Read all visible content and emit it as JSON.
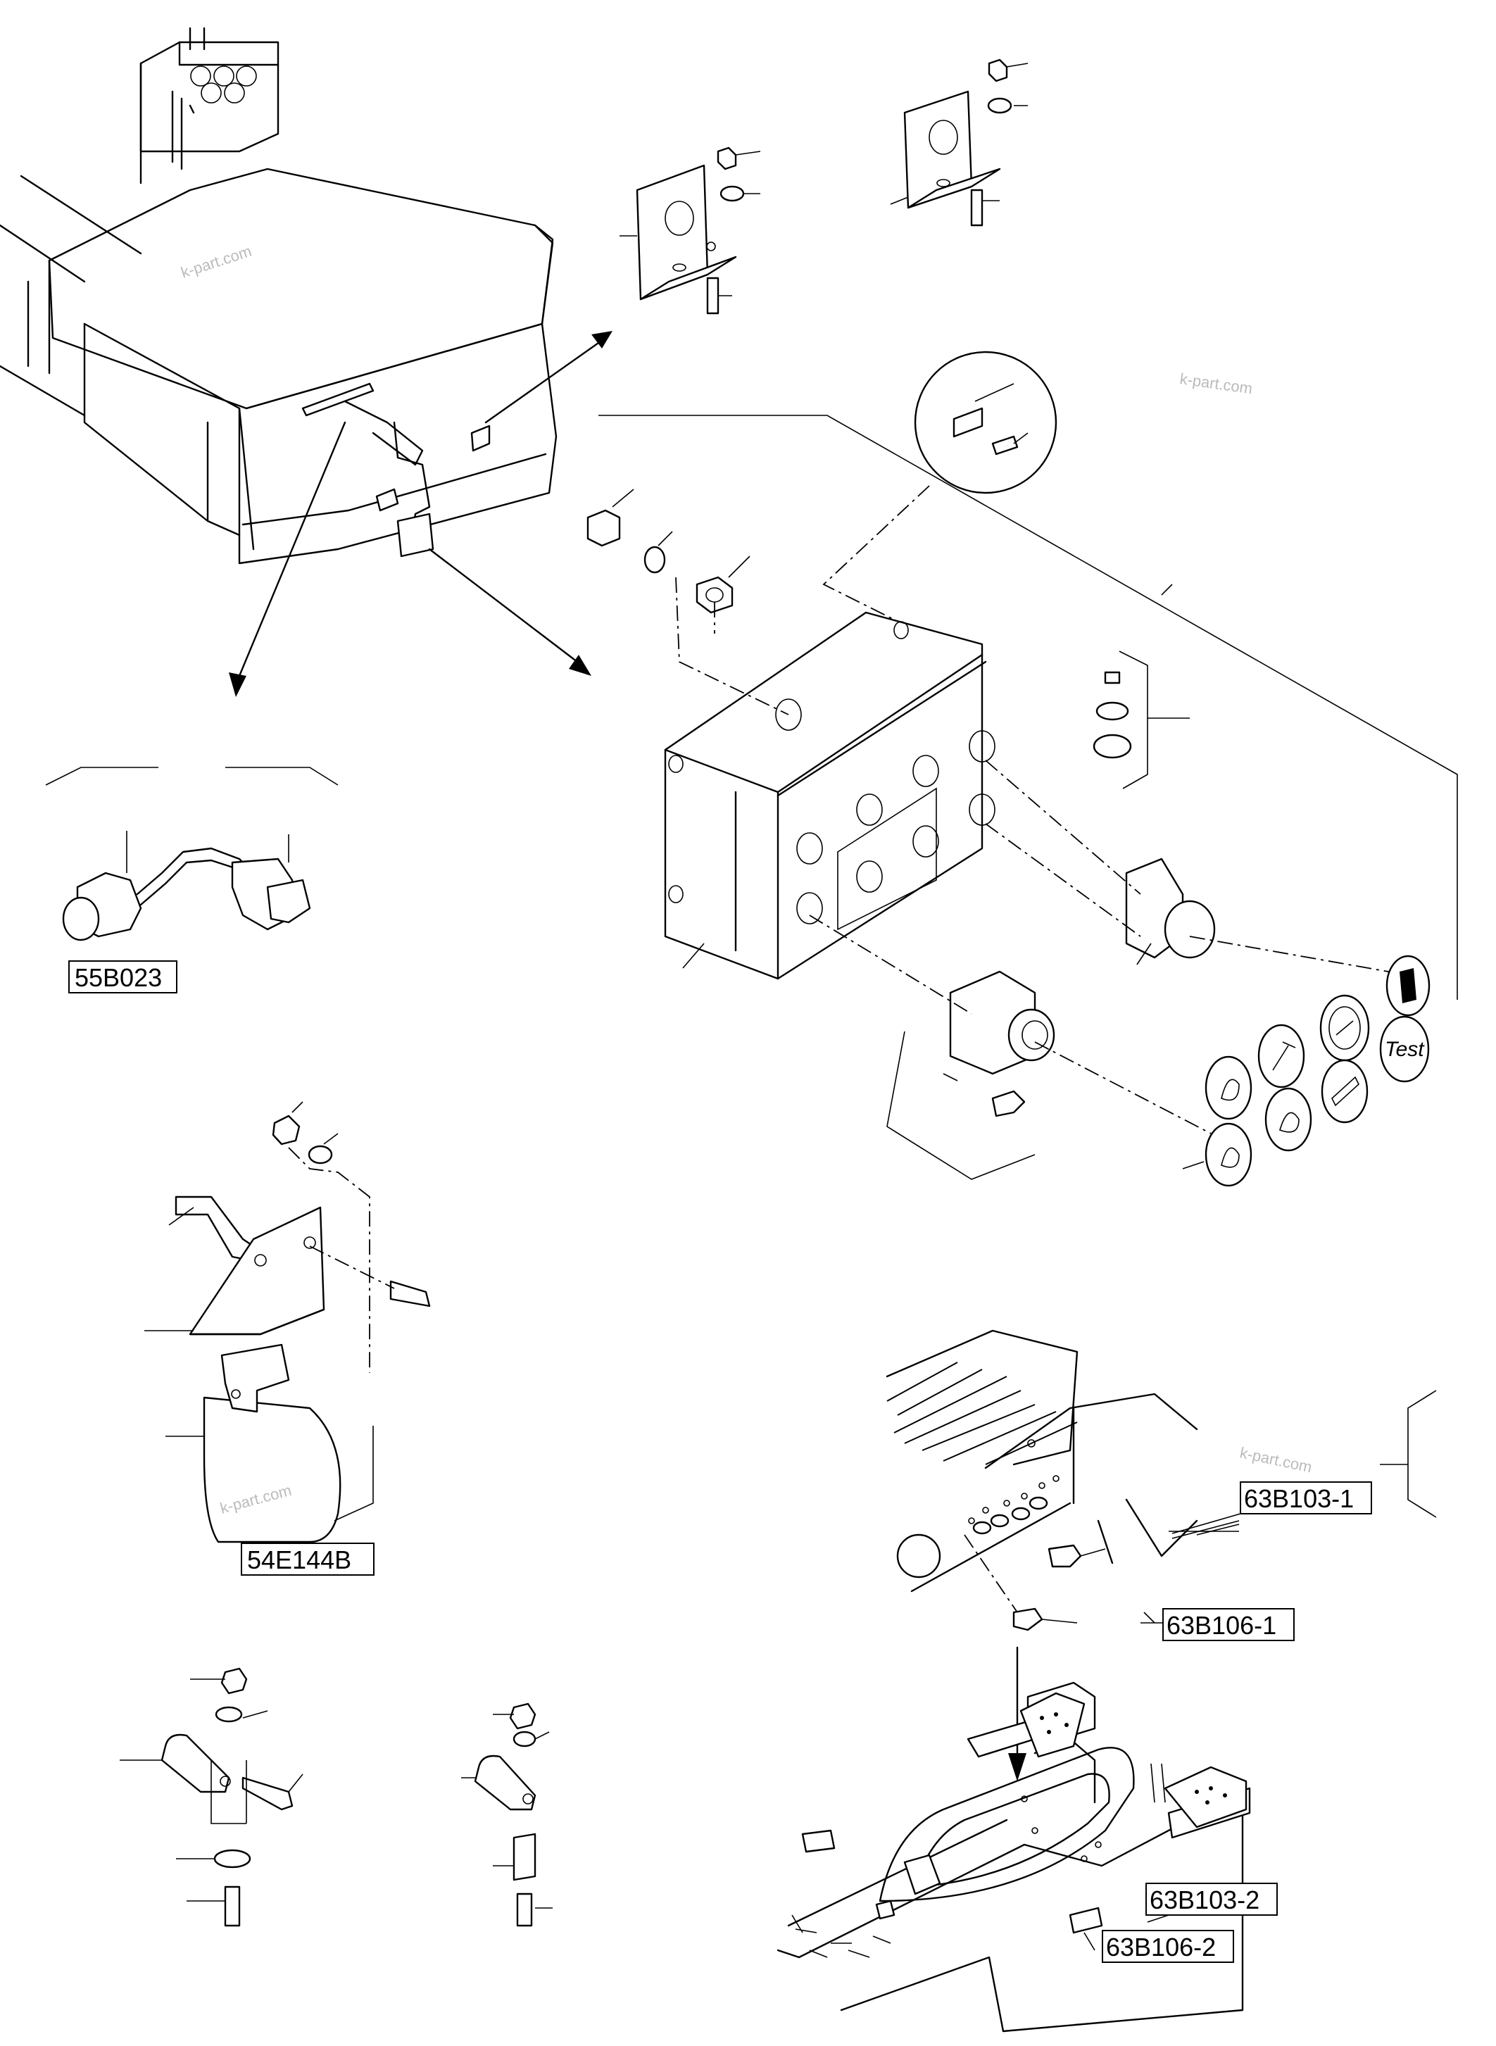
{
  "diagram": {
    "reference_codes": [
      {
        "id": "55B023",
        "label": "55B023"
      },
      {
        "id": "54E144B",
        "label": "54E144B"
      },
      {
        "id": "63B103-1",
        "label": "63B103-1"
      },
      {
        "id": "63B106-1",
        "label": "63B106-1"
      },
      {
        "id": "63B103-2",
        "label": "63B103-2"
      },
      {
        "id": "63B106-2",
        "label": "63B106-2"
      }
    ],
    "watermarks": [
      "k-part.com",
      "k-part.com",
      "k-part.com",
      "k-part.com"
    ],
    "indicator_icons": {
      "test_label": "Test",
      "icons": [
        "fuel-level-icon",
        "hammer-icon",
        "alternator-icon",
        "water-temperature-icon",
        "battery-icon",
        "oil-pressure-icon",
        "coolant-level-icon",
        "oil-level-icon",
        "test-icon"
      ]
    }
  }
}
